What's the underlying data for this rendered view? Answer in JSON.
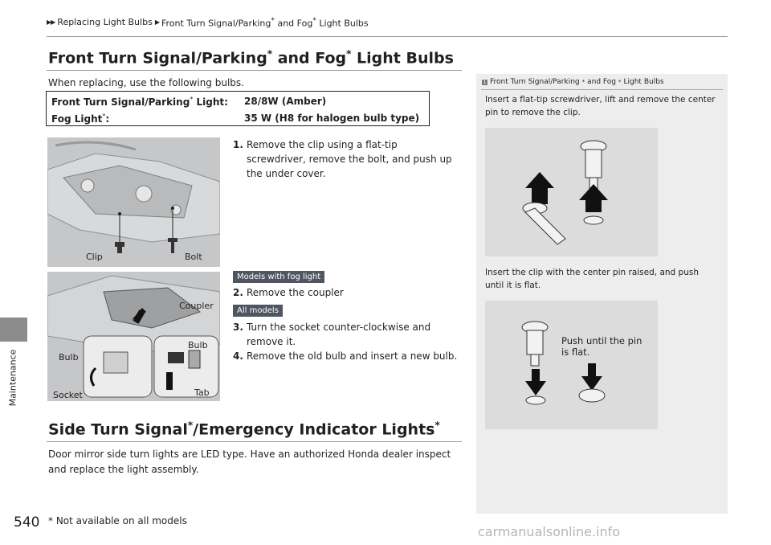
{
  "breadcrumb": {
    "items": [
      "Replacing Light Bulbs",
      "Front Turn Signal/Parking",
      "and Fog",
      "Light Bulbs"
    ],
    "star": "*"
  },
  "side_tab": {
    "label": "Maintenance"
  },
  "section1": {
    "title_a": "Front Turn Signal/Parking",
    "title_b": " and Fog",
    "title_c": " Light Bulbs",
    "star": "*",
    "intro": "When replacing, use the following bulbs.",
    "spec": [
      {
        "key": "Front Turn Signal/Parking",
        "key_suffix": " Light:",
        "value": "28/8W (Amber)"
      },
      {
        "key": "Fog Light",
        "key_suffix": ":",
        "value": "35 W (H8 for halogen bulb type)"
      }
    ],
    "steps": [
      {
        "num": "1.",
        "text": "Remove the clip using a flat-tip screwdriver, remove the bolt, and push up the under cover."
      },
      {
        "num": "2.",
        "text": "Remove the coupler"
      },
      {
        "num": "3.",
        "text": "Turn the socket counter-clockwise and remove it."
      },
      {
        "num": "4.",
        "text": "Remove the old bulb and insert a new bulb."
      }
    ],
    "badges": {
      "fog": "Models with fog light",
      "all": "All models"
    },
    "fig1_labels": {
      "clip": "Clip",
      "bolt": "Bolt"
    },
    "fig2_labels": {
      "coupler": "Coupler",
      "bulb_left": "Bulb",
      "bulb_right": "Bulb",
      "socket": "Socket",
      "tab": "Tab"
    }
  },
  "section2": {
    "title_a": "Side Turn Signal",
    "title_b": "/Emergency Indicator Lights",
    "star": "*",
    "body": "Door mirror side turn lights are LED type. Have an authorized Honda dealer inspect and replace the light assembly."
  },
  "note": {
    "title_a": "Front Turn Signal/Parking",
    "title_b": " and Fog",
    "title_c": " Light Bulbs",
    "text1": "Insert a flat-tip screwdriver, lift and remove the center pin to remove the clip.",
    "text2": "Insert the clip with the center pin raised, and push until it is flat.",
    "fig_label": "Push until the pin is flat."
  },
  "footer": {
    "page_number": "540",
    "note": "* Not available on all models"
  },
  "watermark": "carmanualsonline.info"
}
